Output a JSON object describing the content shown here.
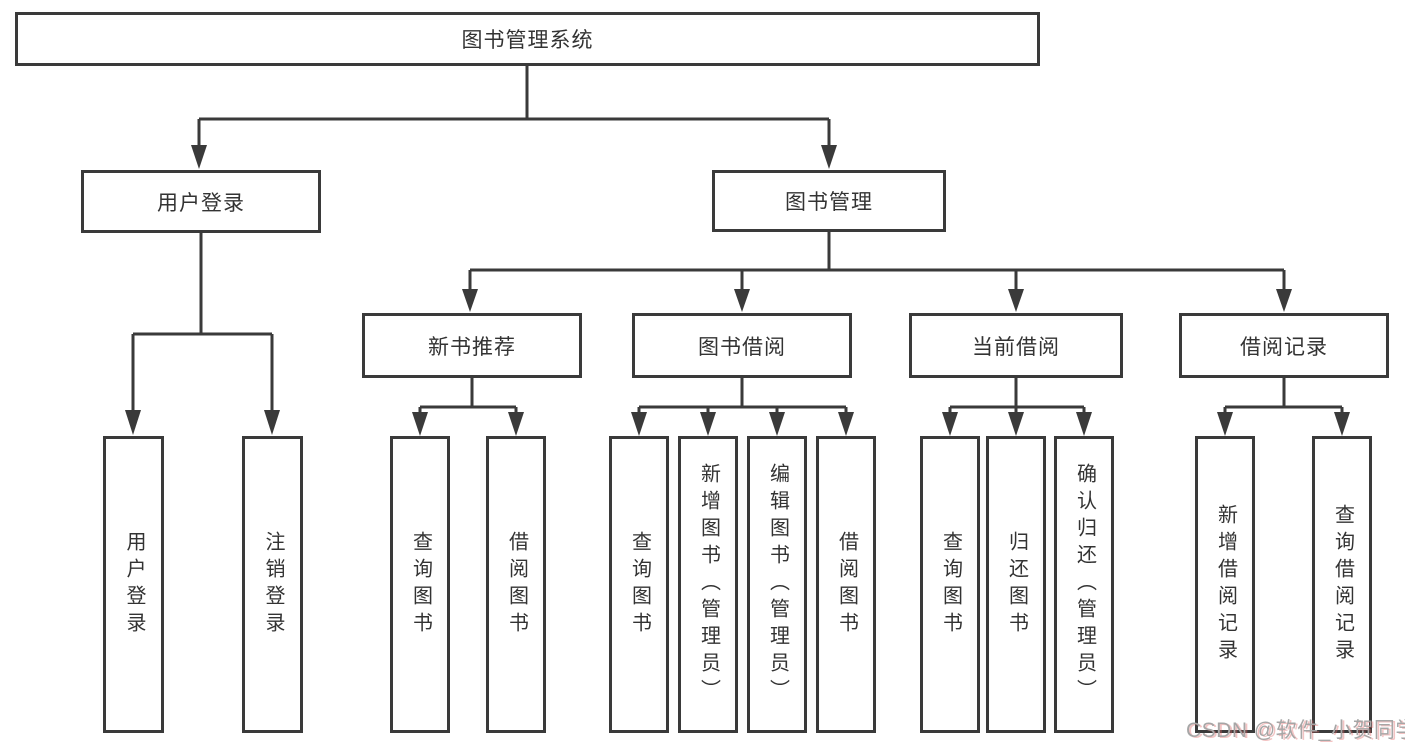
{
  "colors": {
    "line": "#3a3a3a",
    "text": "#333333",
    "background": "#ffffff",
    "watermark": "#a6a6a6"
  },
  "tree": {
    "root": {
      "label": "图书管理系统"
    },
    "branches": [
      {
        "label": "用户登录",
        "children": [
          {
            "label": "用户登录"
          },
          {
            "label": "注销登录"
          }
        ]
      },
      {
        "label": "图书管理",
        "children": [
          {
            "label": "新书推荐",
            "children": [
              {
                "label": "查询图书"
              },
              {
                "label": "借阅图书"
              }
            ]
          },
          {
            "label": "图书借阅",
            "children": [
              {
                "label": "查询图书"
              },
              {
                "label": "新增图书（管理员）"
              },
              {
                "label": "编辑图书（管理员）"
              },
              {
                "label": "借阅图书"
              }
            ]
          },
          {
            "label": "当前借阅",
            "children": [
              {
                "label": "查询图书"
              },
              {
                "label": "归还图书"
              },
              {
                "label": "确认归还（管理员）"
              }
            ]
          },
          {
            "label": "借阅记录",
            "children": [
              {
                "label": "新增借阅记录"
              },
              {
                "label": "查询借阅记录"
              }
            ]
          }
        ]
      }
    ]
  },
  "watermark": {
    "text": "CSDN @软件_小贺同学"
  }
}
